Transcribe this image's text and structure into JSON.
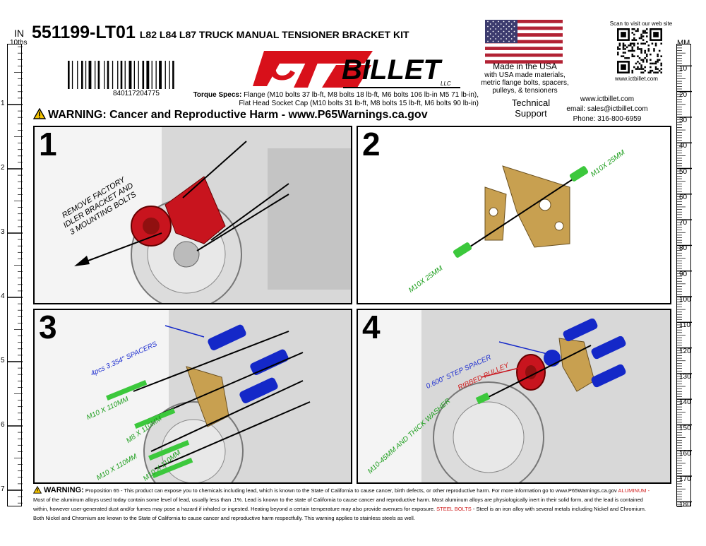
{
  "header": {
    "part_number": "551199-LT01",
    "kit_title": "L82 L84 L87 TRUCK MANUAL TENSIONER BRACKET KIT",
    "upc": "840117204775",
    "torque_label": "Torque Specs:",
    "torque_line1": "Flange (M10 bolts 37 lb-ft, M8 bolts 18 lb-ft, M6 bolts 106 lb-in M5 71 lb-in),",
    "torque_line2": "Flat Head Socket Cap (M10 bolts 31 lb-ft, M8 bolts 15 lb-ft, M6 bolts 90 lb-in)",
    "logo_ict": "ICT",
    "logo_billet": "BILLET",
    "logo_llc": "LLC",
    "made_title": "Made in the USA",
    "made_line1": "with USA made materials,",
    "made_line2": "metric flange bolts, spacers,",
    "made_line3": "pulleys, & tensioners",
    "qr_caption": "Scan to visit our web site",
    "qr_url": "www.ictbillet.com",
    "tech_label1": "Technical",
    "tech_label2": "Support",
    "website": "www.ictbillet.com",
    "email": "email: sales@ictbillet.com",
    "phone": "Phone: 316-800-6959",
    "warning": "WARNING: Cancer and Reproductive Harm - www.P65Warnings.ca.gov"
  },
  "ruler_left": {
    "unit": "IN",
    "subunit": "10ths",
    "marks": [
      "1",
      "2",
      "3",
      "4",
      "5",
      "6",
      "7"
    ]
  },
  "ruler_right": {
    "unit": "MM",
    "marks": [
      "10",
      "20",
      "30",
      "40",
      "50",
      "60",
      "70",
      "80",
      "90",
      "100",
      "110",
      "120",
      "130",
      "140",
      "150",
      "160",
      "170",
      "180"
    ]
  },
  "steps": [
    {
      "number": "1",
      "labels": {
        "remove_line1": "REMOVE FACTORY",
        "remove_line2": "IDLER BRACKET AND",
        "remove_line3": "3 MOUNTING BOLTS"
      }
    },
    {
      "number": "2",
      "labels": {
        "bolt_top": "M10X 25MM",
        "bolt_bottom": "M10X 25MM"
      }
    },
    {
      "number": "3",
      "labels": {
        "spacers": "4pcs 3.354\" SPACERS",
        "bolt1": "M10 X 110MM",
        "bolt2": "M8 X 110MM",
        "bolt3": "M10 X 110MM",
        "bolt4": "M10 X 110MM"
      }
    },
    {
      "number": "4",
      "labels": {
        "step_spacer": "0.600\" STEP SPACER",
        "pulley": "RIBBED PULLEY",
        "washer": "M10-45MM AND THICK WASHER"
      }
    }
  ],
  "colors": {
    "red_part": "#c8141e",
    "gold_part": "#c8a050",
    "blue_spacer": "#1428c8",
    "green_bolt": "#3cc83c",
    "flag_red": "#b22234",
    "flag_blue": "#3c3b6e"
  },
  "footer": {
    "warning_label": "WARNING:",
    "text1": "Proposition 65 - This product can expose you to chemicals including lead, which is known to the State of California to cause cancer, birth defects, or other reproductive harm. For more information go to www.P65Warnings.ca.gov",
    "aluminum_label": "ALUMINUM -",
    "text2": "Most of the aluminum alloys used today contain some level of lead, usually less than .1%. Lead is known to the state of California to cause cancer and reproductive harm. Most aluminum alloys are physiologically inert in their solid form, and the lead is contained",
    "text3": "within, however user-generated dust and/or fumes may pose a hazard if inhaled or ingested. Heating beyond a certain temperature may also provide avenues for exposure.",
    "steel_label": "STEEL BOLTS",
    "text4": "- Steel is an iron alloy with several metals including Nickel and Chromium.",
    "text5": "Both Nickel and Chromium are known to the State of California to cause cancer and reproductive harm respectfully. This warning applies to stainless steels as well."
  }
}
